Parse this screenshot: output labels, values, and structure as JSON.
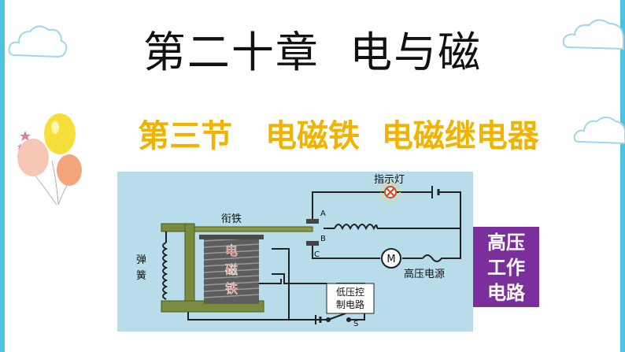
{
  "title": "第二十章  电与磁",
  "subtitle": "第三节   电磁铁  电磁继电器",
  "diagram": {
    "indicator_lamp": "指示灯",
    "armature": "衔铁",
    "spring": [
      "弹",
      "簧"
    ],
    "electromagnet": [
      "电",
      "磁",
      "铁"
    ],
    "contact_a": "A",
    "contact_b": "B",
    "contact_c": "C",
    "motor": "M",
    "high_voltage_source": "高压电源",
    "low_voltage_control": [
      "低压控",
      "制电路"
    ],
    "switch_label": "S"
  },
  "side_label": [
    "高压",
    "工作",
    "电路"
  ],
  "colors": {
    "border": "#4ec3e0",
    "subtitle": "#f0b400",
    "diagram_bg": "#b8dce9",
    "side_box": "#7b2f9d",
    "electromagnet_text": "#c0392b"
  }
}
